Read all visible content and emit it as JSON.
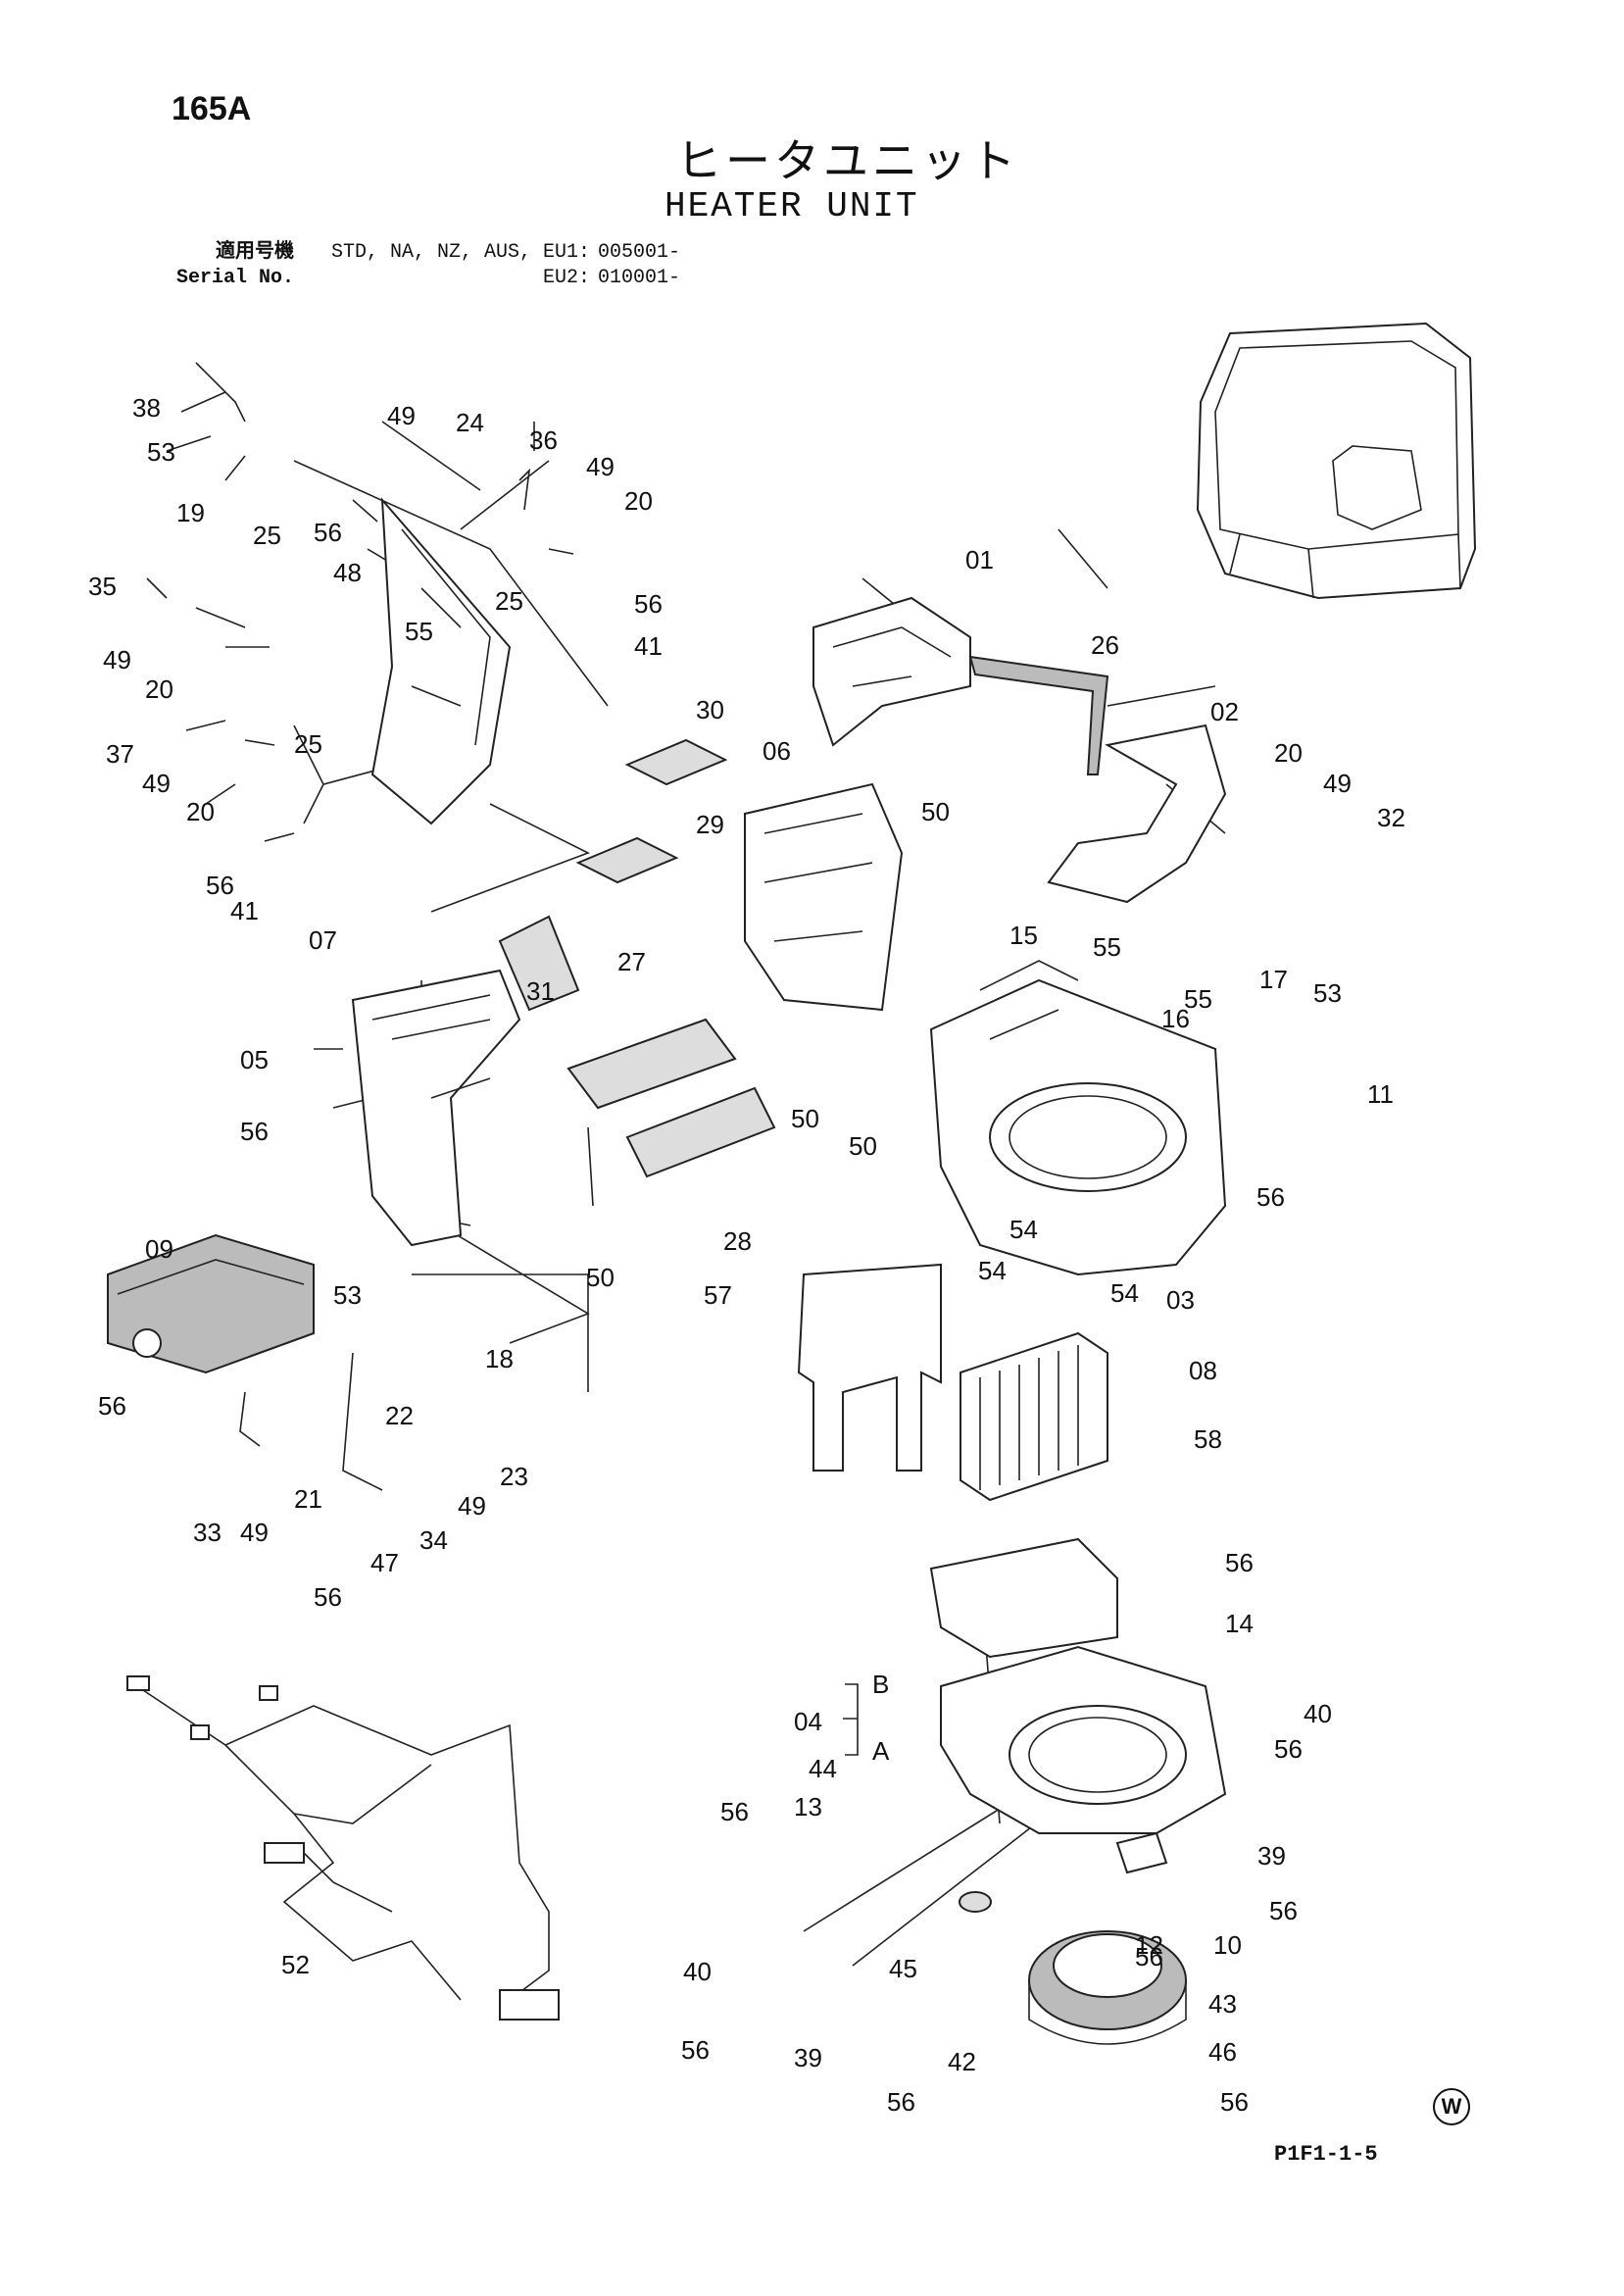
{
  "header": {
    "page_number": "165A",
    "title_jp": "ヒータユニット",
    "title_en": "HEATER UNIT",
    "serial": {
      "label_jp": "適用号機",
      "label_en": "Serial No.",
      "model_1": "STD, NA, NZ, AUS, EU1:",
      "value_1": "005001-",
      "model_2": "EU2:",
      "value_2": "010001-"
    }
  },
  "callouts": [
    "01",
    "02",
    "03",
    "04",
    "05",
    "06",
    "07",
    "08",
    "09",
    "10",
    "11",
    "12",
    "13",
    "14",
    "15",
    "16",
    "17",
    "18",
    "19",
    "20",
    "21",
    "22",
    "23",
    "24",
    "25",
    "26",
    "27",
    "28",
    "29",
    "30",
    "31",
    "32",
    "33",
    "34",
    "35",
    "36",
    "37",
    "38",
    "39",
    "40",
    "41",
    "42",
    "43",
    "44",
    "45",
    "46",
    "47",
    "48",
    "49",
    "50",
    "52",
    "53",
    "54",
    "55",
    "56",
    "57",
    "58",
    "A",
    "B"
  ],
  "footer": {
    "diagram_code": "P1F1-1-5",
    "mark": "W"
  }
}
